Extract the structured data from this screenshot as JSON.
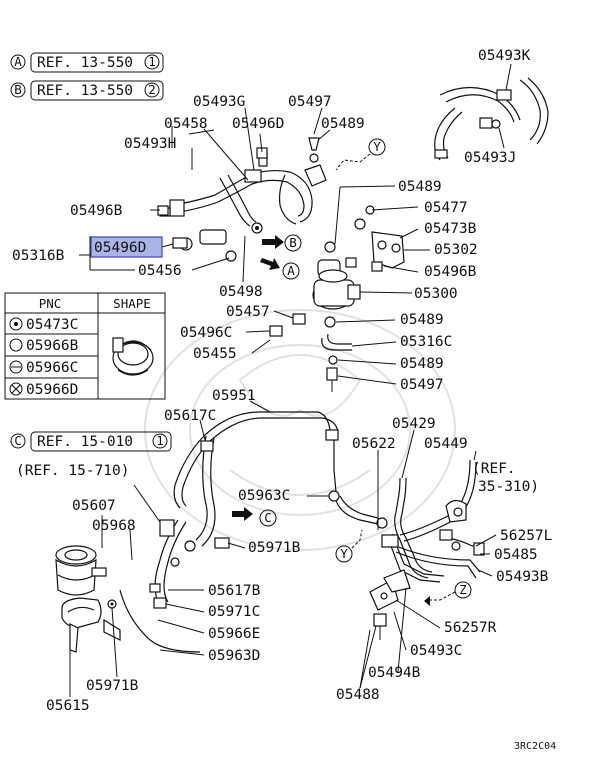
{
  "ref_legend": [
    {
      "marker": "A",
      "text": "REF. 13-550",
      "num": "1"
    },
    {
      "marker": "B",
      "text": "REF. 13-550",
      "num": "2"
    },
    {
      "marker": "C",
      "text": "REF. 15-010",
      "num": "1"
    }
  ],
  "ref_notes": {
    "ref_15_710": "(REF. 15-710)",
    "ref_35_310_l1": "(REF.",
    "ref_35_310_l2": "35-310)"
  },
  "flow_markers": {
    "a": "A",
    "b": "B",
    "c": "C",
    "y1": "Y",
    "y2": "Y",
    "z": "Z"
  },
  "shape_table": {
    "headers": [
      "PNC",
      "SHAPE"
    ],
    "rows": [
      {
        "symbol": "dot-circle",
        "pnc": "05473C"
      },
      {
        "symbol": "circle",
        "pnc": "05966B"
      },
      {
        "symbol": "minus-circle",
        "pnc": "05966C"
      },
      {
        "symbol": "cross-circle",
        "pnc": "05966D"
      }
    ]
  },
  "highlighted_part": "05496D",
  "part_labels": {
    "p05493K": "05493K",
    "p05493J": "05493J",
    "p05493G": "05493G",
    "p05497_top": "05497",
    "p05458": "05458",
    "p05496D_top": "05496D",
    "p05489_top": "05489",
    "p05493H": "05493H",
    "p05489_a": "05489",
    "p05477": "05477",
    "p05496B": "05496B",
    "p05473B": "05473B",
    "p05302": "05302",
    "p05316B": "05316B",
    "p05496D_hl": "05496D",
    "p05456": "05456",
    "p05496B_r": "05496B",
    "p05498": "05498",
    "p05300": "05300",
    "p05457": "05457",
    "p05489_b": "05489",
    "p05496C": "05496C",
    "p05316C": "05316C",
    "p05455": "05455",
    "p05489_c": "05489",
    "p05497_b": "05497",
    "p05951": "05951",
    "p05617C": "05617C",
    "p05429": "05429",
    "p05622": "05622",
    "p05449": "05449",
    "p05607": "05607",
    "p05963C": "05963C",
    "p56257L": "56257L",
    "p05968": "05968",
    "p05971B_a": "05971B",
    "p05485": "05485",
    "p05493B": "05493B",
    "p05617B": "05617B",
    "p05971C": "05971C",
    "p05966E": "05966E",
    "p56257R": "56257R",
    "p05963D": "05963D",
    "p05493C": "05493C",
    "p05494B": "05494B",
    "p05971B_b": "05971B",
    "p05488": "05488",
    "p05615": "05615"
  },
  "diagram_code": "3RC2C04"
}
